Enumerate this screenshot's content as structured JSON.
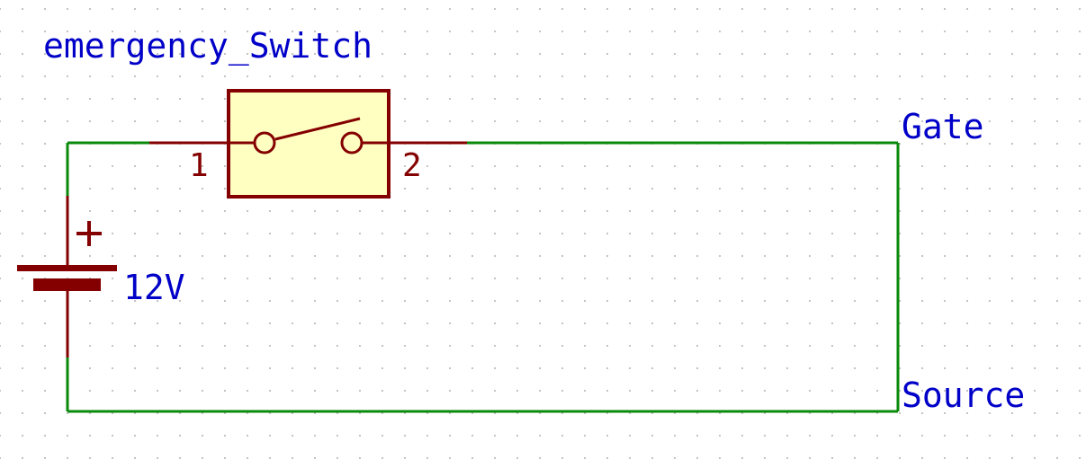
{
  "component": {
    "ref": "emergency_Switch",
    "pin1": "1",
    "pin2": "2"
  },
  "battery": {
    "value": "12V",
    "polarity": "+"
  },
  "net_labels": {
    "gate": "Gate",
    "source": "Source"
  },
  "colors": {
    "wire": "#0a8a0a",
    "symbol": "#840000",
    "symbol_fill": "#ffffc2",
    "text": "#0000c8",
    "grid_dot": "#b0b0b0",
    "background": "#ffffff"
  }
}
